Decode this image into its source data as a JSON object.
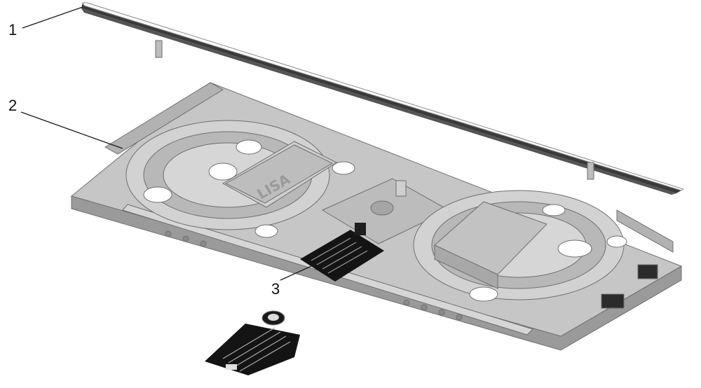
{
  "figure": {
    "callouts": [
      {
        "number": "1"
      },
      {
        "number": "2"
      },
      {
        "number": "3"
      }
    ],
    "tray_logo_text": "LISA"
  },
  "colors": {
    "tray_fill": "#c6c6c6",
    "tray_shadow": "#9a9a9a",
    "tray_highlight": "#dedede",
    "lid_dark": "#3b3b3b",
    "holder_black": "#141414",
    "line": "#1a1a1a"
  }
}
